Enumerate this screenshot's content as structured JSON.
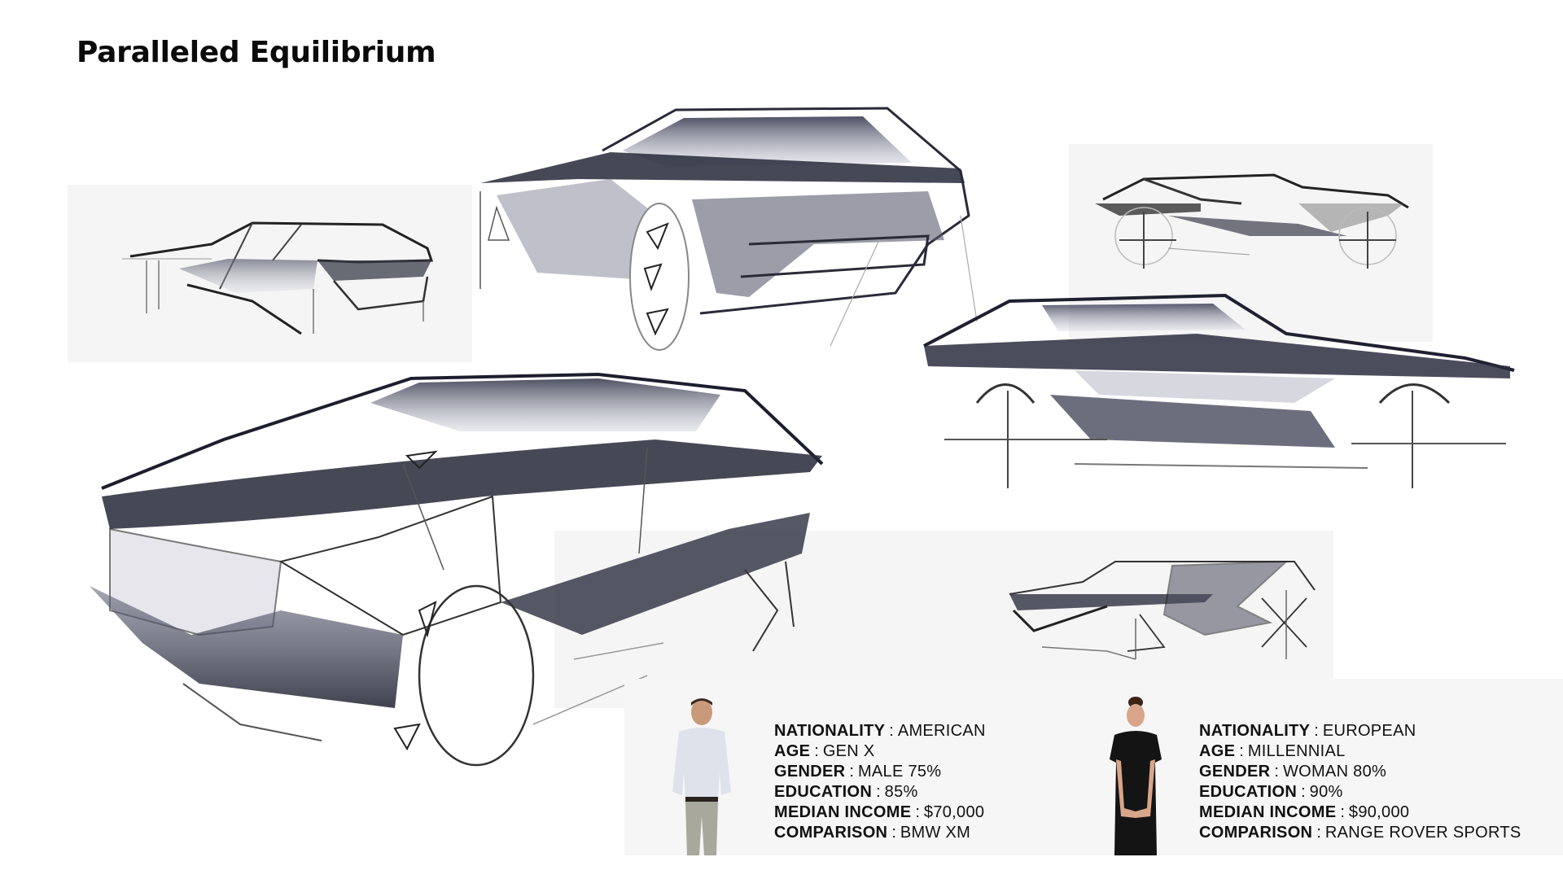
{
  "slide": {
    "title": "Paralleled Equilibrium",
    "background_color": "#ffffff",
    "panel_color": "#f5f5f5"
  },
  "sketches": [
    {
      "id": "rear-three-quarter-small",
      "icon": "car-sketch-rear-3q"
    },
    {
      "id": "rear-three-quarter-large",
      "icon": "car-sketch-rear-3q"
    },
    {
      "id": "side-profile-small",
      "icon": "car-sketch-side"
    },
    {
      "id": "side-profile-large",
      "icon": "car-sketch-side"
    },
    {
      "id": "front-three-quarter-main",
      "icon": "car-sketch-front-3q"
    },
    {
      "id": "front-three-quarter-small",
      "icon": "car-sketch-front-3q"
    }
  ],
  "personas": [
    {
      "photo": "man-in-white-shirt-photo",
      "rows": [
        {
          "label": "NATIONALITY",
          "sep": ":",
          "value": "AMERICAN"
        },
        {
          "label": "AGE",
          "sep": ":",
          "value": "GEN X"
        },
        {
          "label": "GENDER",
          "sep": ":",
          "value": "MALE 75%"
        },
        {
          "label": "EDUCATION",
          "sep": ":",
          "value": "85%"
        },
        {
          "label": "MEDIAN INCOME",
          "sep": ":",
          "value": "$70,000"
        },
        {
          "label": "COMPARISON",
          "sep": ":",
          "value": "BMW XM"
        }
      ]
    },
    {
      "photo": "woman-in-black-dress-photo",
      "rows": [
        {
          "label": "NATIONALITY",
          "sep": ":",
          "value": "EUROPEAN"
        },
        {
          "label": "AGE",
          "sep": ":",
          "value": "MILLENNIAL"
        },
        {
          "label": "GENDER",
          "sep": ":",
          "value": "WOMAN 80%"
        },
        {
          "label": "EDUCATION",
          "sep": ":",
          "value": "90%"
        },
        {
          "label": "MEDIAN INCOME",
          "sep": ":",
          "value": "$90,000"
        },
        {
          "label": "COMPARISON",
          "sep": ":",
          "value": "RANGE ROVER SPORTS"
        }
      ]
    }
  ]
}
